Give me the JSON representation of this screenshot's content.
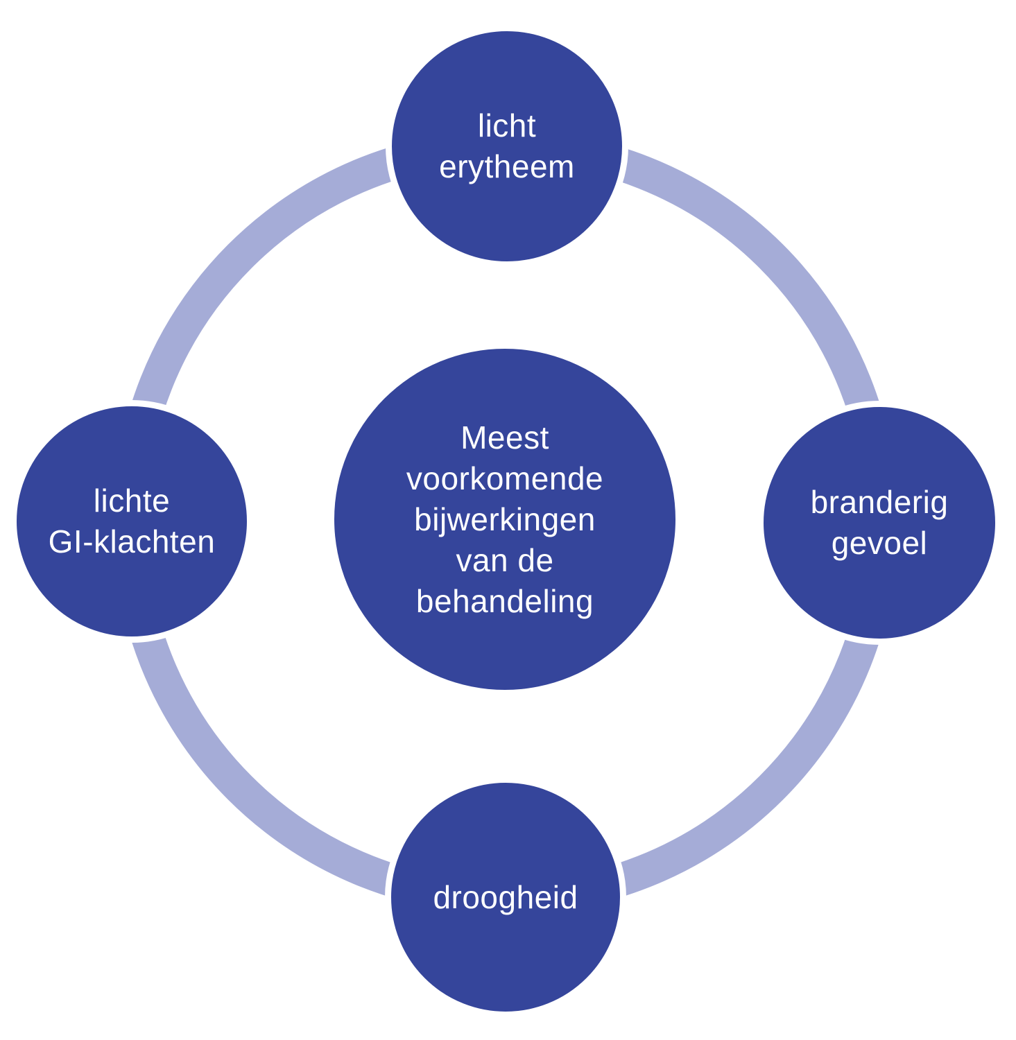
{
  "diagram": {
    "title": "Meest voorkomende bijwerkingen van de behandeling",
    "colors": {
      "node_fill": "#35459B",
      "ring": "#A5ACD7",
      "text": "#FFFFFF",
      "background": "#FFFFFF"
    },
    "center": {
      "label": "Meest voorkomende bijwerkingen van de behandeling",
      "lines": [
        "Meest",
        "voorkomende",
        "bijwerkingen",
        "van de",
        "behandeling"
      ]
    },
    "satellites": {
      "top": {
        "label": "licht erytheem",
        "lines": [
          "licht",
          "erytheem"
        ]
      },
      "right": {
        "label": "branderig gevoel",
        "lines": [
          "branderig",
          "gevoel"
        ]
      },
      "bottom": {
        "label": "droogheid",
        "lines": [
          "droogheid"
        ]
      },
      "left": {
        "label": "lichte GI-klachten",
        "lines": [
          "lichte",
          "GI-klachten"
        ]
      }
    }
  }
}
